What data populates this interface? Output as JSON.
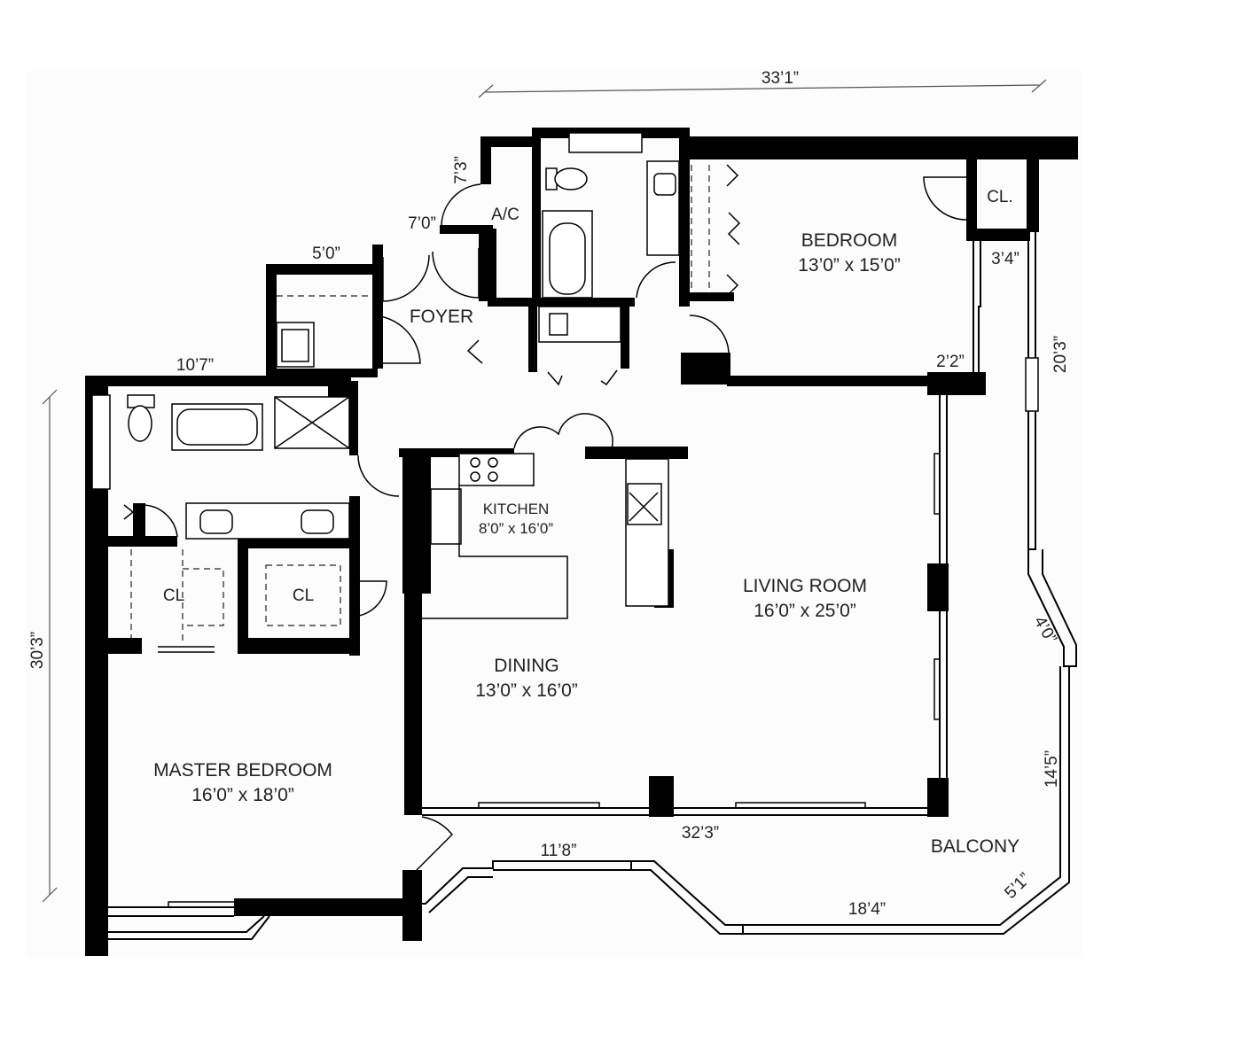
{
  "rooms": {
    "bedroom": {
      "name": "BEDROOM",
      "size": "13’0” x 15’0”"
    },
    "living": {
      "name": "LIVING ROOM",
      "size": "16’0” x 25’0”"
    },
    "dining": {
      "name": "DINING",
      "size": "13’0” x 16’0”"
    },
    "kitchen": {
      "name": "KITCHEN",
      "size": "8’0” x 16’0”"
    },
    "master": {
      "name": "MASTER BEDROOM",
      "size": "16’0” x 18’0”"
    },
    "foyer": {
      "name": "FOYER"
    },
    "ac": {
      "name": "A/C"
    },
    "closet_bedroom": {
      "name": "CL."
    },
    "closet_left": {
      "name": "CL"
    },
    "closet_right": {
      "name": "CL"
    },
    "balcony": {
      "name": "BALCONY"
    }
  },
  "dimensions": {
    "overall_width": "33’1”",
    "overall_height": "30’3”",
    "right_height": "20’3”",
    "ac_width": "7’0”",
    "ac_height": "7’3”",
    "laundry_width": "5’0”",
    "master_bath_width": "10’7”",
    "closet_width": "3’4”",
    "pier_width": "2’2”",
    "bay_angle": "4’0”",
    "balcony_side": "14’5”",
    "balcony_corner": "5’1”",
    "balcony_bottom": "18’4”",
    "balcony_left": "11’8”",
    "front_width": "32’3”"
  }
}
